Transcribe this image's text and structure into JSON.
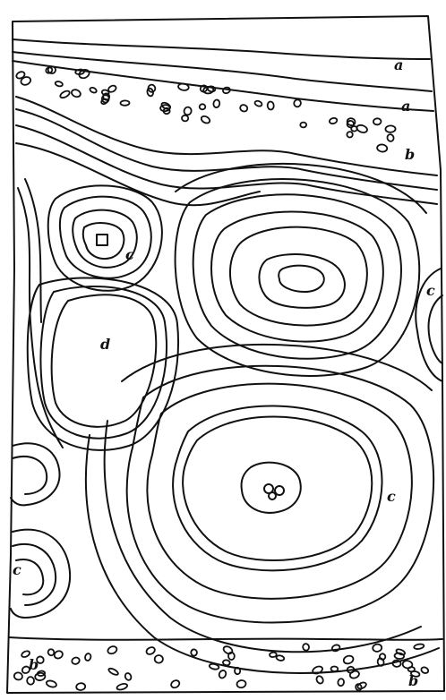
{
  "figure": {
    "labels": {
      "a_top": "a",
      "a_second": "a",
      "b_upper": "b",
      "c_small_concretion": "c",
      "c_right_edge": "c",
      "d_center_left": "d",
      "c_large_concretion": "c",
      "c_lower_left": "c",
      "b_lower_left": "b",
      "b_lower_right": "b"
    }
  }
}
